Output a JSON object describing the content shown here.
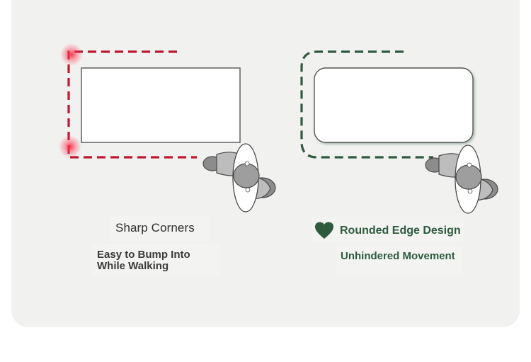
{
  "colors": {
    "panel_bg": "#f1f1ef",
    "danger_red": "#c0182e",
    "safe_green": "#2e5a3d",
    "outline_gray": "#4a4a4a"
  },
  "left_panel": {
    "title": "Sharp Corners",
    "description": "Easy to Bump Into While Walking"
  },
  "right_panel": {
    "icon": "heart-icon",
    "title": "Rounded Edge Design",
    "description": "Unhindered Movement"
  }
}
